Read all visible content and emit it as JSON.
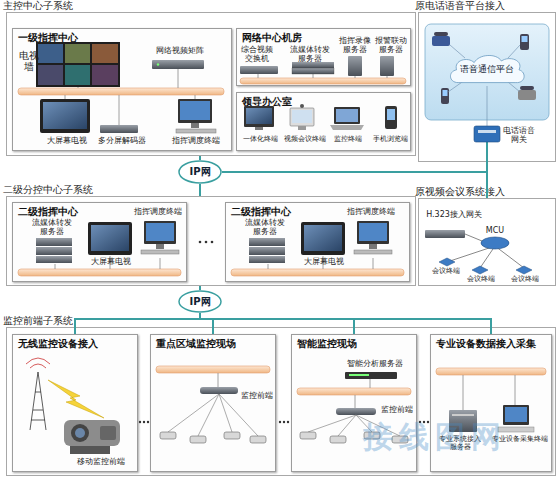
{
  "diagram": {
    "nodes": [
      {
        "text": [
          "主控中心子系统"
        ]
      },
      {
        "text": [
          "一级指挥中心"
        ],
        "in": 0
      },
      {
        "text": [
          "网络中心机房"
        ],
        "in": 0
      },
      {
        "text": [
          "领导办公室"
        ],
        "in": 0
      },
      {
        "text": [
          "原电话语音平台接入"
        ]
      },
      {
        "text": [
          "语音通信平台"
        ],
        "in": 4
      },
      {
        "text": [
          "IP网"
        ]
      },
      {
        "text": [
          "二级分控中心子系统"
        ]
      },
      {
        "text": [
          "二级指挥中心"
        ],
        "in": 7
      },
      {
        "text": [
          "二级指挥中心"
        ],
        "in": 7
      },
      {
        "text": [
          "原视频会议系统接入"
        ]
      },
      {
        "text": [
          "IP网"
        ]
      },
      {
        "text": [
          "监控前端子系统"
        ]
      },
      {
        "text": [
          "无线监控设备接入"
        ],
        "in": 12
      },
      {
        "text": [
          "重点区域监控现场"
        ],
        "in": 12
      },
      {
        "text": [
          "智能监控现场"
        ],
        "in": 12
      },
      {
        "text": [
          "专业设备数据接入采集"
        ],
        "in": 12
      }
    ],
    "edges": [
      {
        "from": 6,
        "to": 0,
        "arrow": "none"
      },
      {
        "from": 6,
        "to": 7,
        "arrow": "none"
      },
      {
        "from": 6,
        "to": 4,
        "arrow": "none"
      },
      {
        "from": 6,
        "to": 10,
        "arrow": "none"
      },
      {
        "from": 11,
        "to": 7,
        "arrow": "none"
      },
      {
        "from": 11,
        "to": 13,
        "arrow": "none"
      },
      {
        "from": 11,
        "to": 14,
        "arrow": "none"
      },
      {
        "from": 11,
        "to": 15,
        "arrow": "none"
      },
      {
        "from": 11,
        "to": 16,
        "arrow": "none"
      }
    ],
    "labels": [
      "电视墙",
      "网络视频矩阵",
      "大屏幕电视",
      "多分屏解码器",
      "指挥调度终端",
      "综合视频交换机",
      "流媒体转发服务器",
      "指挥录像服务器",
      "报警联动服务器",
      "一体化终端",
      "视频会议终端",
      "监控终端",
      "手机浏览端",
      "电话语音网关",
      "流媒体转发服务器",
      "大屏幕电视",
      "指挥调度终端",
      "流媒体转发服务器",
      "大屏幕电视",
      "指挥调度终端",
      "H.323接入网关",
      "MCU",
      "会议终端",
      "会议终端",
      "会议终端",
      "移动监控前端",
      "监控前端",
      "智能分析服务器",
      "监控前端",
      "专业系统接入服务器",
      "专业设备采集终端",
      "接线图网"
    ]
  }
}
